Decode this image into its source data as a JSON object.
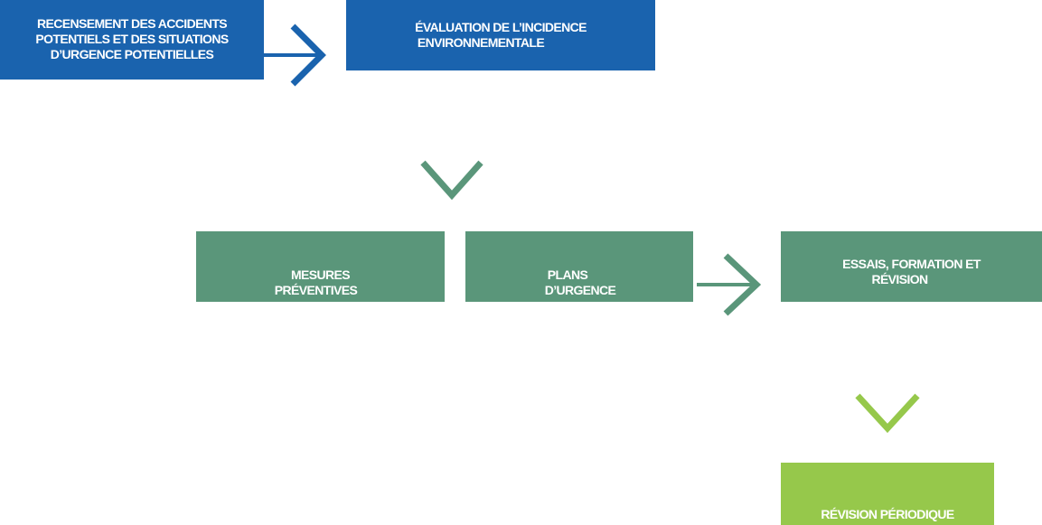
{
  "colors": {
    "blue": "#1a63ae",
    "teal": "#5a967a",
    "lime": "#96c84b",
    "text": "#ffffff"
  },
  "boxes": {
    "recensement": {
      "lines": [
        "RECENSEMENT DES ACCIDENTS",
        "POTENTIELS ET DES SITUATIONS",
        "D’URGENCE POTENTIELLES"
      ]
    },
    "evaluation": {
      "lines": [
        "ÉVALUATION DE L’INCIDENCE",
        "ENVIRONNEMENTALE"
      ]
    },
    "mesures": {
      "lines": [
        "MESURES",
        "PRÉVENTIVES"
      ]
    },
    "plans": {
      "lines": [
        "PLANS",
        "D’URGENCE"
      ]
    },
    "essais": {
      "lines": [
        "ESSAIS, FORMATION ET",
        "RÉVISION"
      ]
    },
    "revision": {
      "lines": [
        "RÉVISION PÉRIODIQUE"
      ]
    }
  },
  "arrows": {
    "a1": {
      "icon": "arrow-right-icon",
      "color": "blue"
    },
    "a2": {
      "icon": "arrow-down-icon",
      "color": "blue-to-teal"
    },
    "a3": {
      "icon": "arrow-right-icon",
      "color": "teal"
    },
    "a4": {
      "icon": "arrow-down-icon",
      "color": "teal-to-lime"
    }
  }
}
